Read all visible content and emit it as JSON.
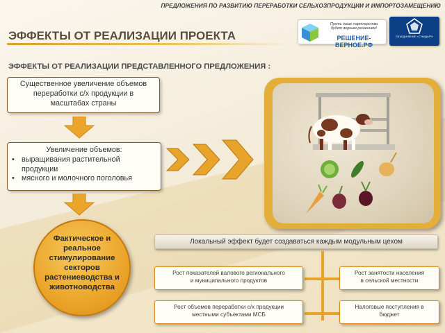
{
  "header": {
    "top_banner": "ПРЕДЛОЖЕНИЯ ПО РАЗВИТИЮ ПЕРЕРАБОТКИ СЕЛЬХОЗПРОДУКЦИИ И ИМПОРТОЗАМЕЩЕНИЮ",
    "title": "ЭФФЕКТЫ ОТ РЕАЛИЗАЦИИ ПРОЕКТА"
  },
  "logos": {
    "partner_motto_line1": "Пусть наше партнерство",
    "partner_motto_line2": "будет верным решением!",
    "partner_brand": "РЕШЕНИЕ-ВЕРНОЕ.РФ",
    "second_logo_text": "ОБЪЕДИНЕНИЕ «СТАНДАРТ»"
  },
  "main": {
    "subtitle": "ЭФФЕКТЫ ОТ РЕАЛИЗАЦИИ ПРЕДСТАВЛЕННОГО ПРЕДЛОЖЕНИЯ :",
    "box1_line1": "Существенное увеличение объемов",
    "box1_line2": "переработки с/х продукции в",
    "box1_line3": "масштабах страны",
    "box2_title": "Увеличение объемов:",
    "box2_item1_line1": "выращивания растительной",
    "box2_item1_line2": "продукции",
    "box2_item2": "мясного и молочного поголовья",
    "circle_line1": "Фактическое и",
    "circle_line2": "реальное",
    "circle_line3": "стимулирование",
    "circle_line4": "секторов",
    "circle_line5": "растениеводства и",
    "circle_line6": "животноводства"
  },
  "effects": {
    "local_effect": "Локальный эффект будет создаваться каждым модульным цехом",
    "gross_line1": "Рост показателей валового регионального",
    "gross_line2": "и муниципального продуктов",
    "processing_line1": "Рост объемов переработки с/х продукции",
    "processing_line2": "местными субъектами МСБ",
    "employment_line1": "Рост занятости населения",
    "employment_line2": "в сельской местности",
    "tax_line1": "Налоговые поступления в",
    "tax_line2": "бюджет"
  },
  "colors": {
    "accent": "#e8a32a",
    "border_brown": "#8a5a1e",
    "title_text": "#5b4a36"
  }
}
